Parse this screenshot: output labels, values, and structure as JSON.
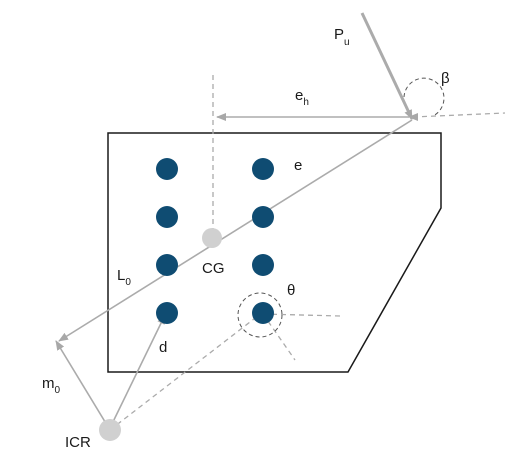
{
  "labels": {
    "pu_main": "P",
    "pu_sub": "u",
    "beta": "β",
    "eh_main": "e",
    "eh_sub": "h",
    "e": "e",
    "cg": "CG",
    "l0_main": "L",
    "l0_sub": "0",
    "theta": "θ",
    "d": "d",
    "m0_main": "m",
    "m0_sub": "0",
    "icr": "ICR"
  },
  "colors": {
    "bolt": "#0f4c72",
    "construction_line": "#ababab",
    "outline": "#1a1a1a"
  }
}
